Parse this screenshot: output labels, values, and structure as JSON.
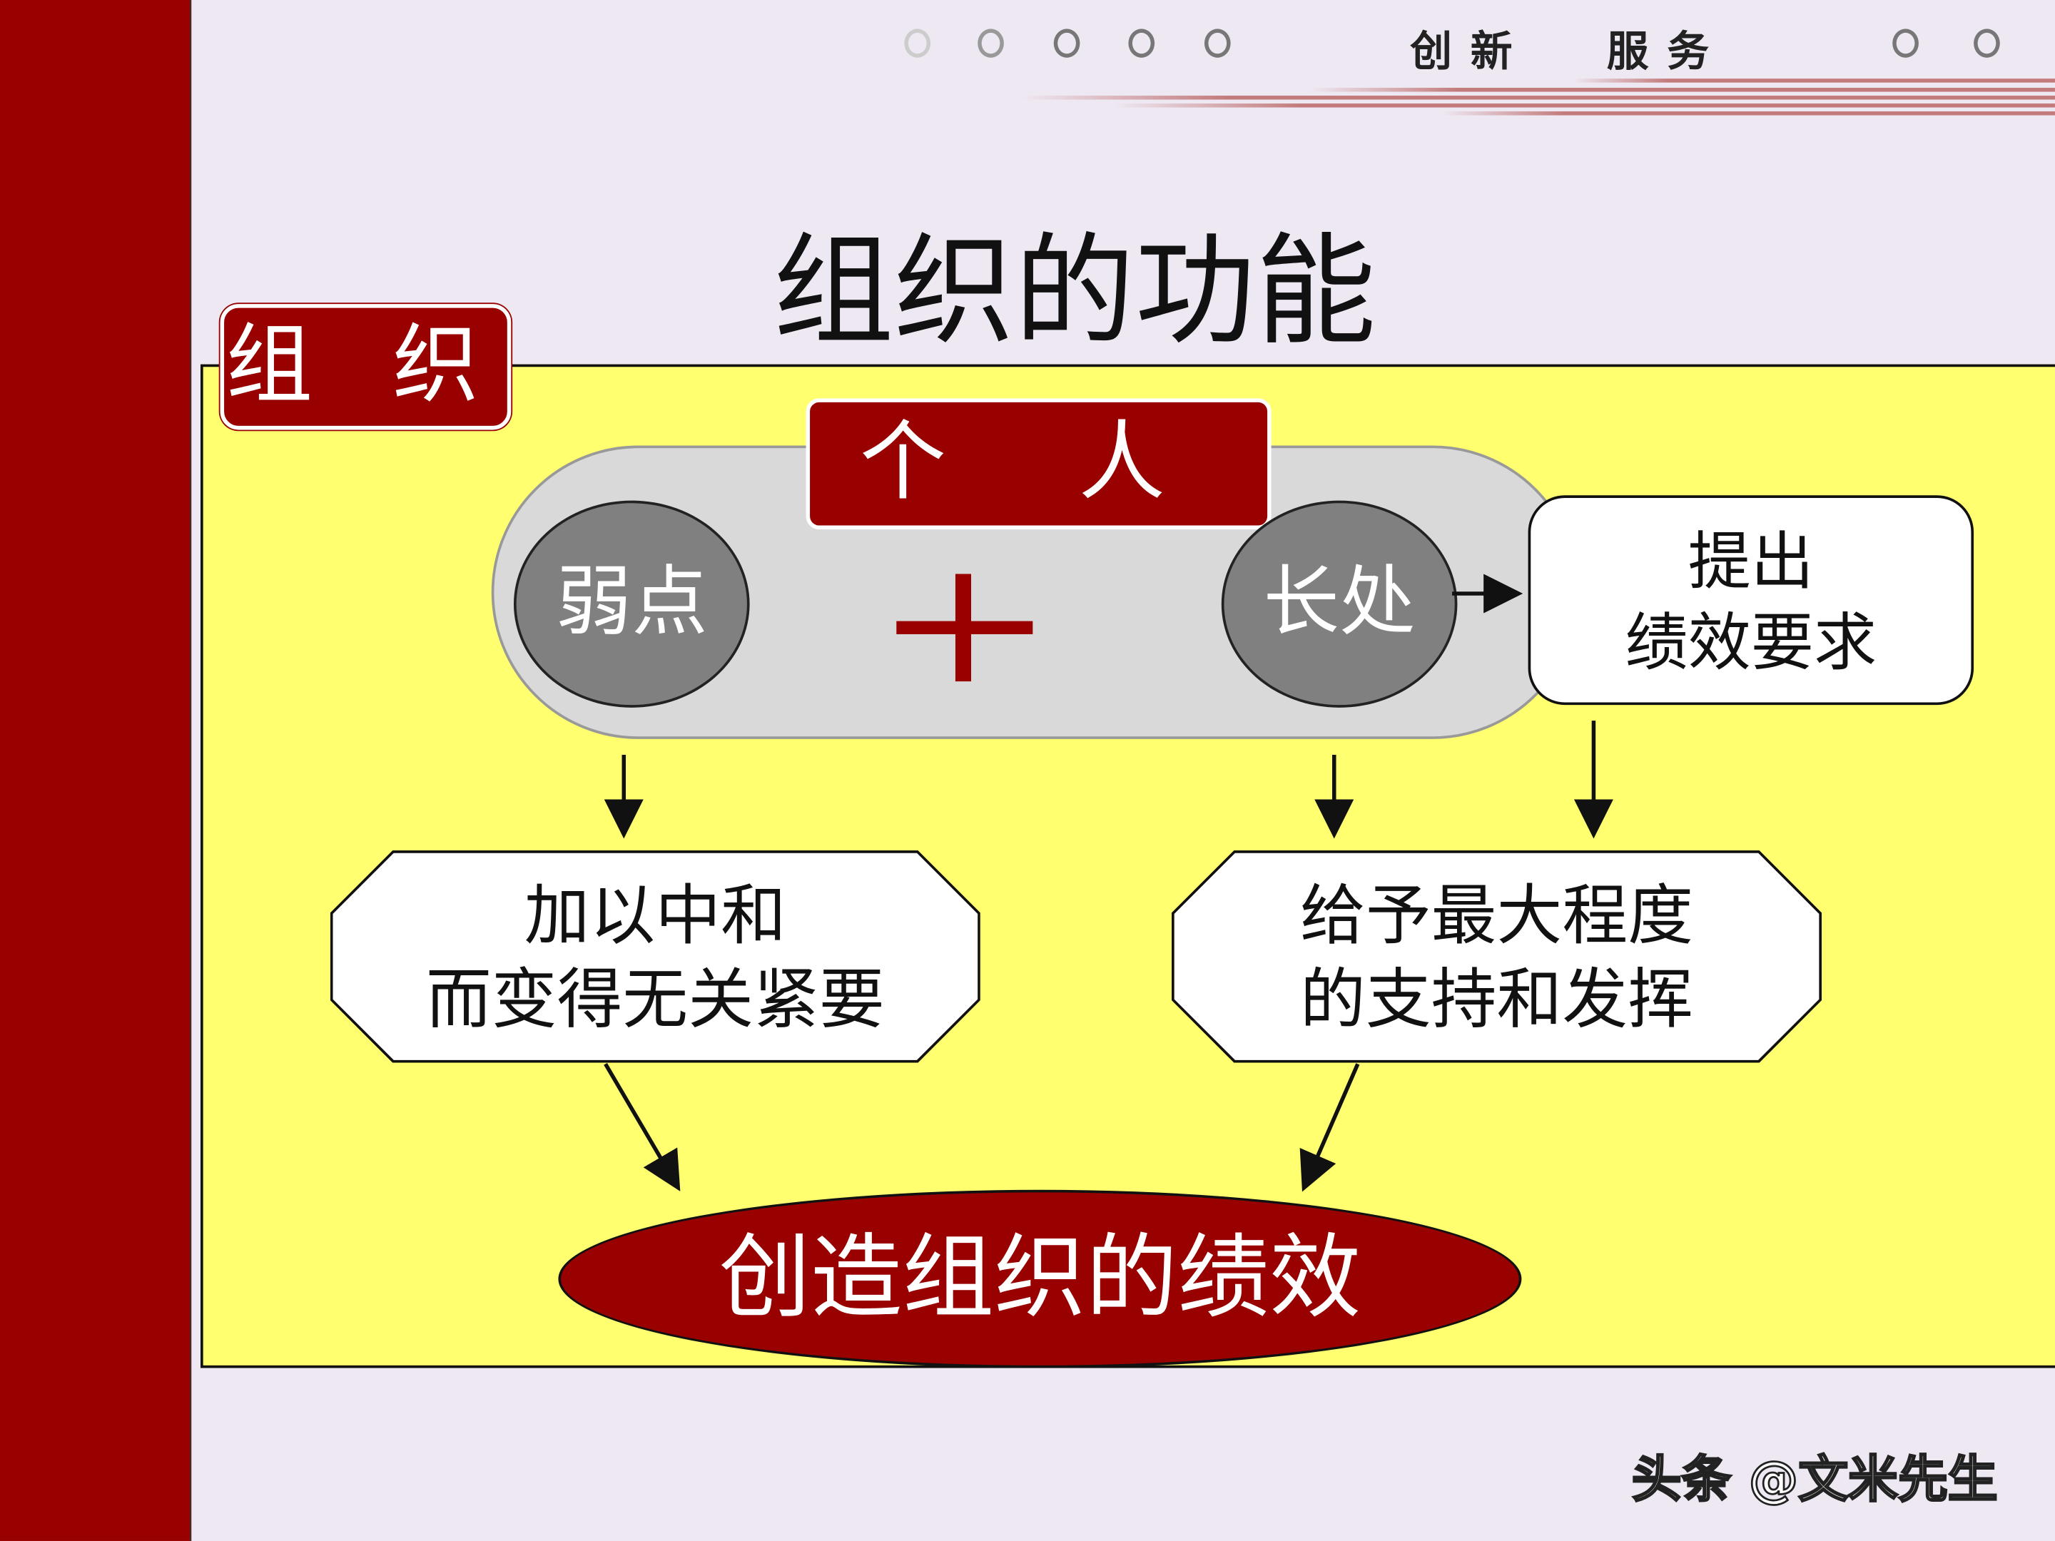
{
  "header": {
    "left_text": "创新",
    "right_text": "服务"
  },
  "title": "组织的功能",
  "org_label": "组 织",
  "person_label": "个 人",
  "weakness": "弱点",
  "strength": "长处",
  "plus": "+",
  "requirement": {
    "line1": "提出",
    "line2": "绩效要求"
  },
  "neutralize": {
    "line1": "加以中和",
    "line2": "而变得无关紧要"
  },
  "support": {
    "line1": "给予最大程度",
    "line2": "的支持和发挥"
  },
  "result": "创造组织的绩效",
  "watermark": "头条 @文米先生",
  "colors": {
    "accent": "#990000",
    "panel": "#ffff70",
    "circle": "#808080",
    "pill": "#d9d9d9"
  }
}
